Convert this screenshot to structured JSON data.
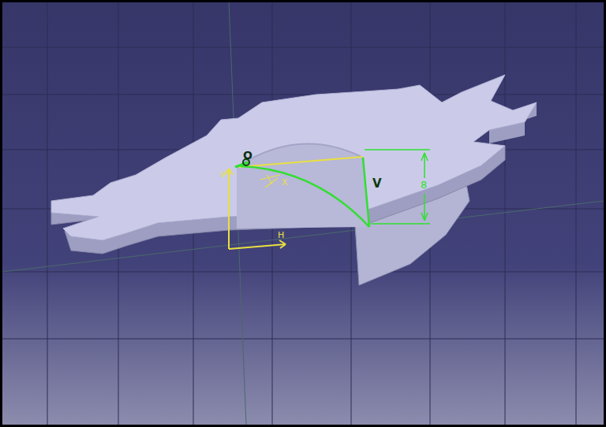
{
  "diagram": {
    "labels": [
      "O",
      "V",
      "8",
      "H",
      "V",
      "X"
    ]
  }
}
